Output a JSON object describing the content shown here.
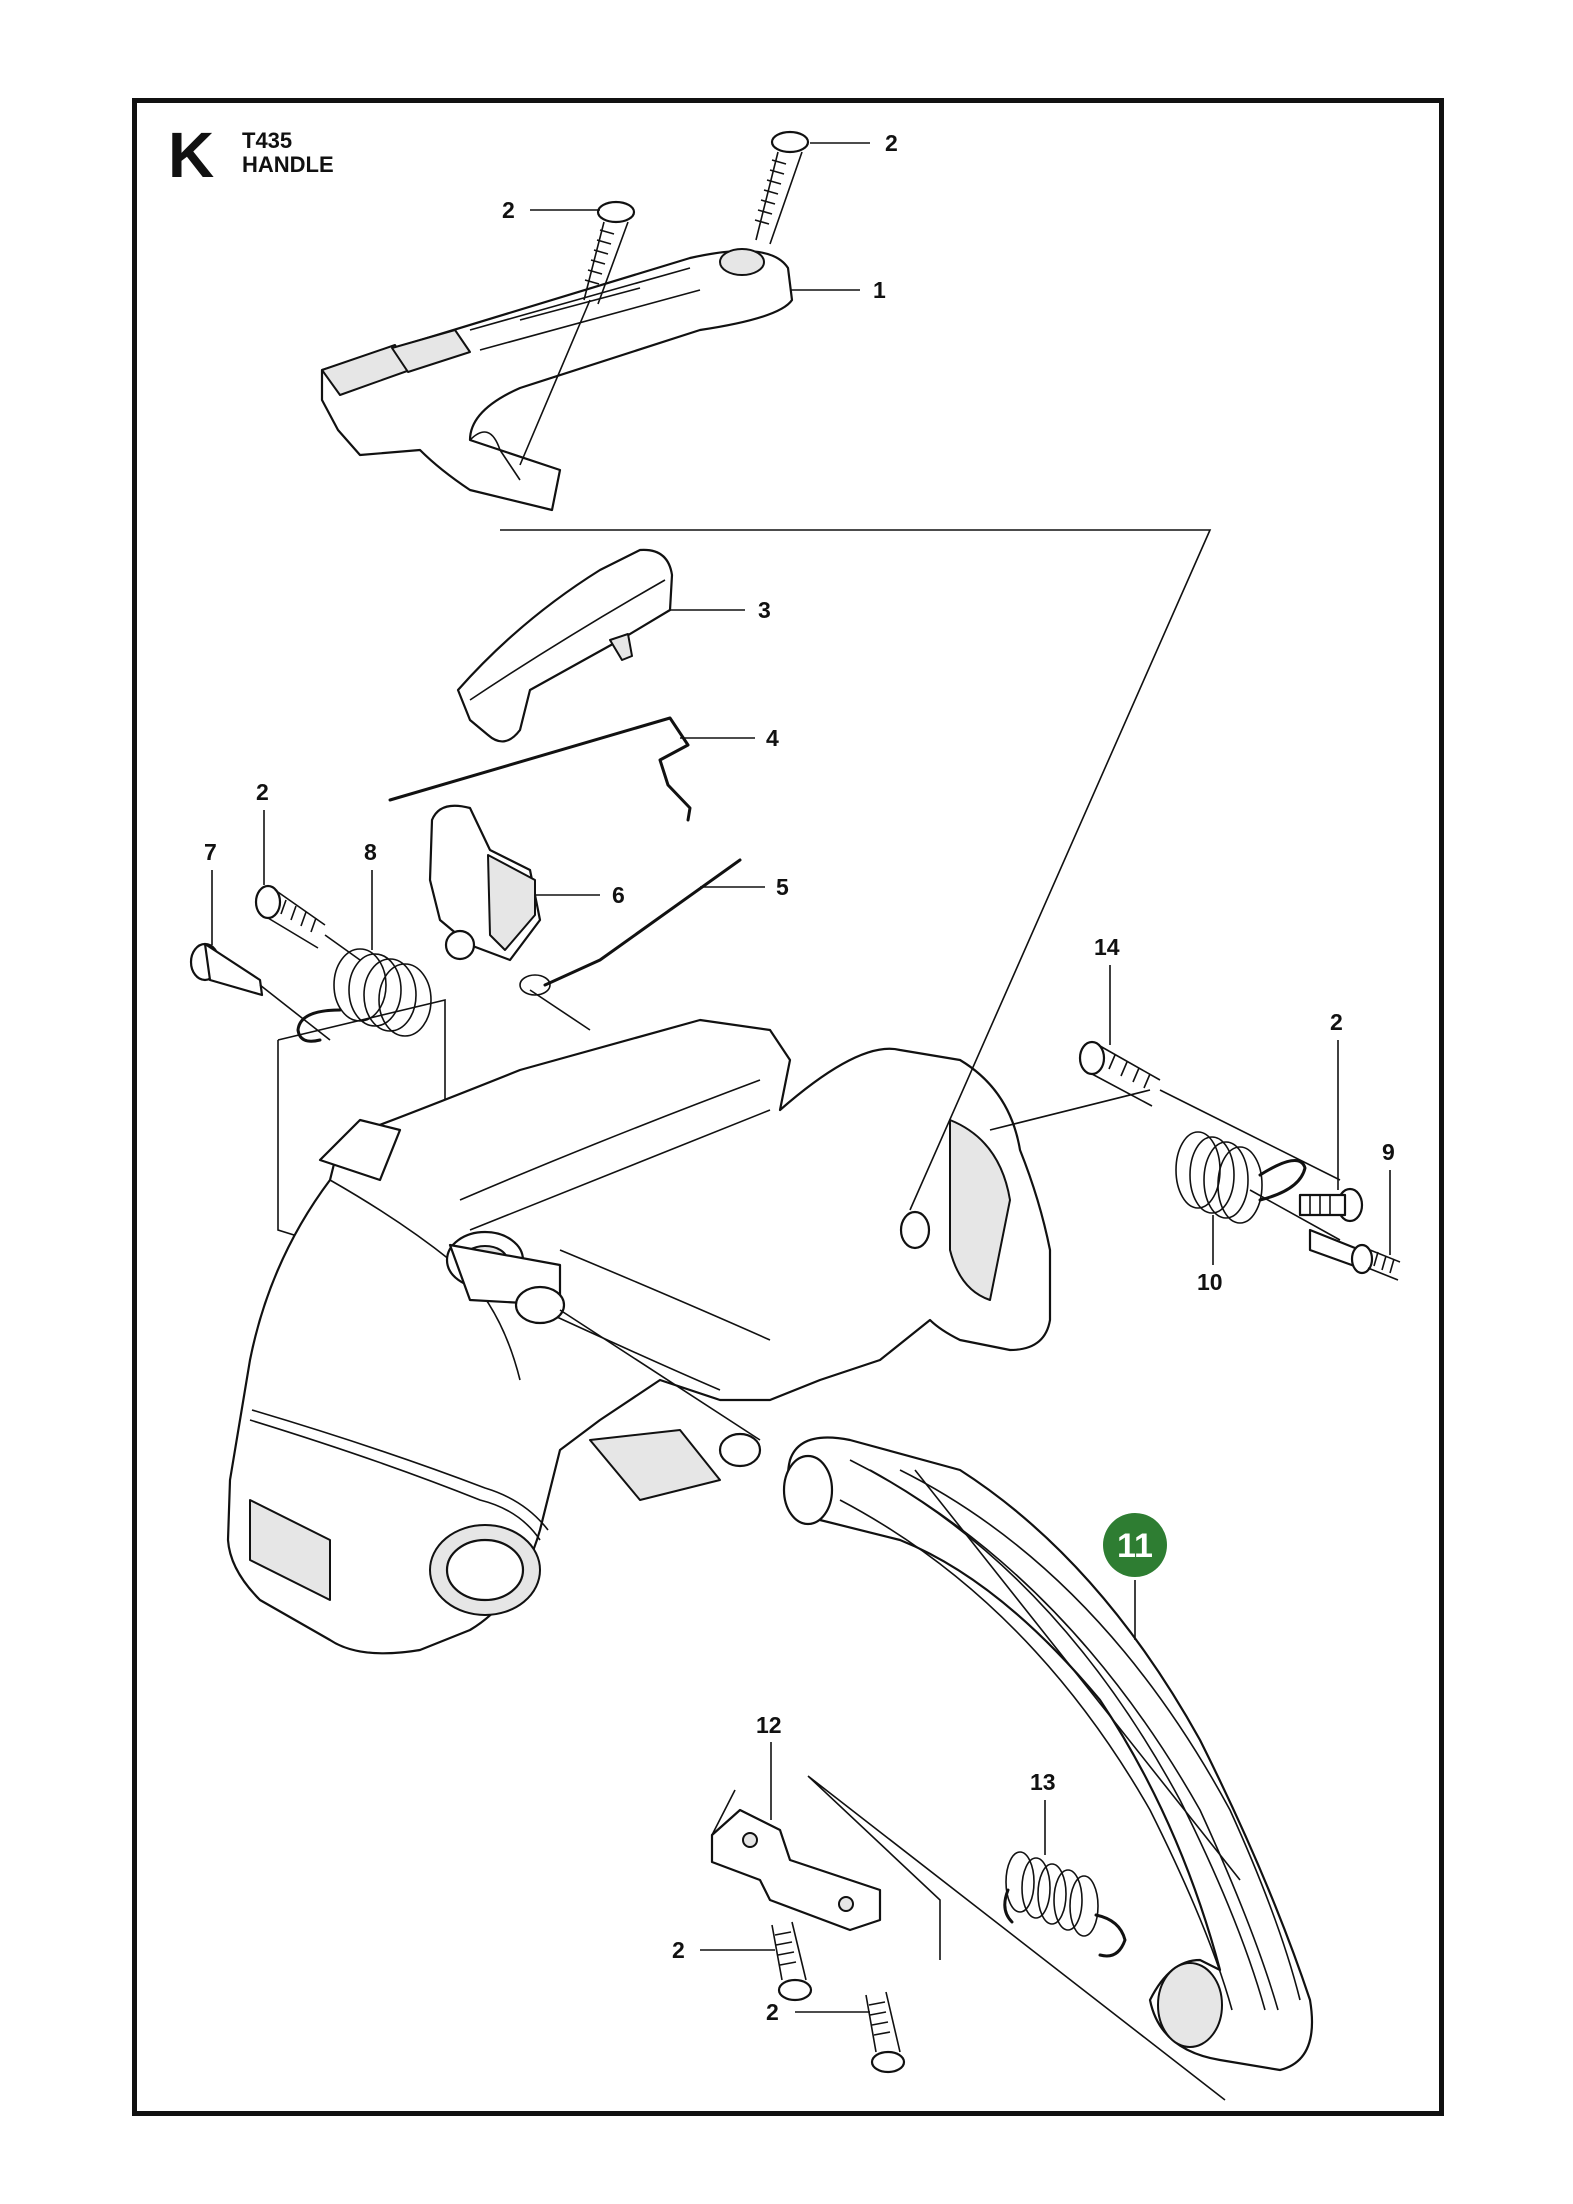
{
  "header": {
    "section_letter": "K",
    "model": "T435",
    "title": "HANDLE"
  },
  "callouts": [
    {
      "id": "c-2a",
      "label": "2"
    },
    {
      "id": "c-2b",
      "label": "2"
    },
    {
      "id": "c-1",
      "label": "1"
    },
    {
      "id": "c-3",
      "label": "3"
    },
    {
      "id": "c-4",
      "label": "4"
    },
    {
      "id": "c-2c",
      "label": "2"
    },
    {
      "id": "c-7",
      "label": "7"
    },
    {
      "id": "c-8",
      "label": "8"
    },
    {
      "id": "c-6",
      "label": "6"
    },
    {
      "id": "c-5",
      "label": "5"
    },
    {
      "id": "c-14",
      "label": "14"
    },
    {
      "id": "c-2d",
      "label": "2"
    },
    {
      "id": "c-9",
      "label": "9"
    },
    {
      "id": "c-10",
      "label": "10"
    },
    {
      "id": "c-12",
      "label": "12"
    },
    {
      "id": "c-13",
      "label": "13"
    },
    {
      "id": "c-2e",
      "label": "2"
    },
    {
      "id": "c-2f",
      "label": "2"
    }
  ],
  "highlight": {
    "label": "11",
    "color": "#2e7d32"
  },
  "colors": {
    "line": "#111111",
    "background": "#ffffff",
    "shade": "#e6e6e6"
  }
}
